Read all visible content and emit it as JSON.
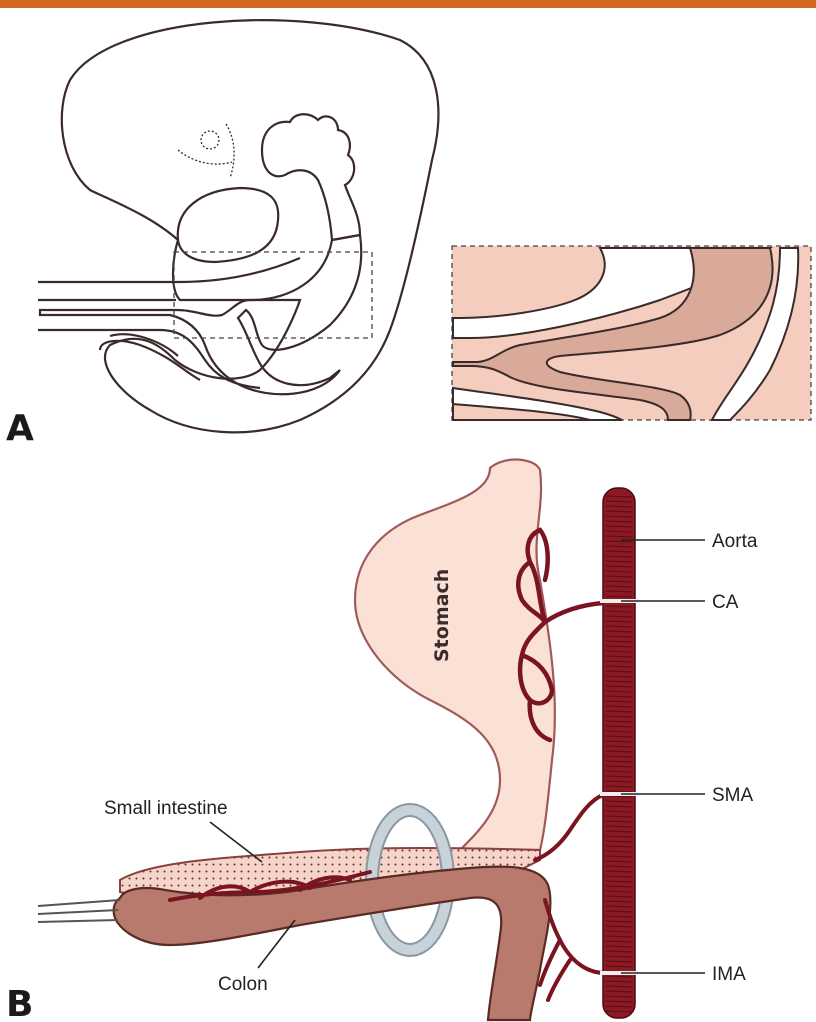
{
  "colors": {
    "top_bar": "#d2691e",
    "embryo_skin": "#f4cdbf",
    "gut_tube": "#d9a99a",
    "aorta": "#8b1a24",
    "vessel": "#7a1420",
    "stomach": "#fbe0d6",
    "colon": "#b87a6c",
    "ring": "#a9b6bf"
  },
  "panels": {
    "a": {
      "letter": "A"
    },
    "b": {
      "letter": "B"
    }
  },
  "labels": {
    "stomach": "Stomach",
    "aorta": "Aorta",
    "ca": "CA",
    "sma": "SMA",
    "ima": "IMA",
    "small_intestine": "Small intestine",
    "colon": "Colon"
  }
}
